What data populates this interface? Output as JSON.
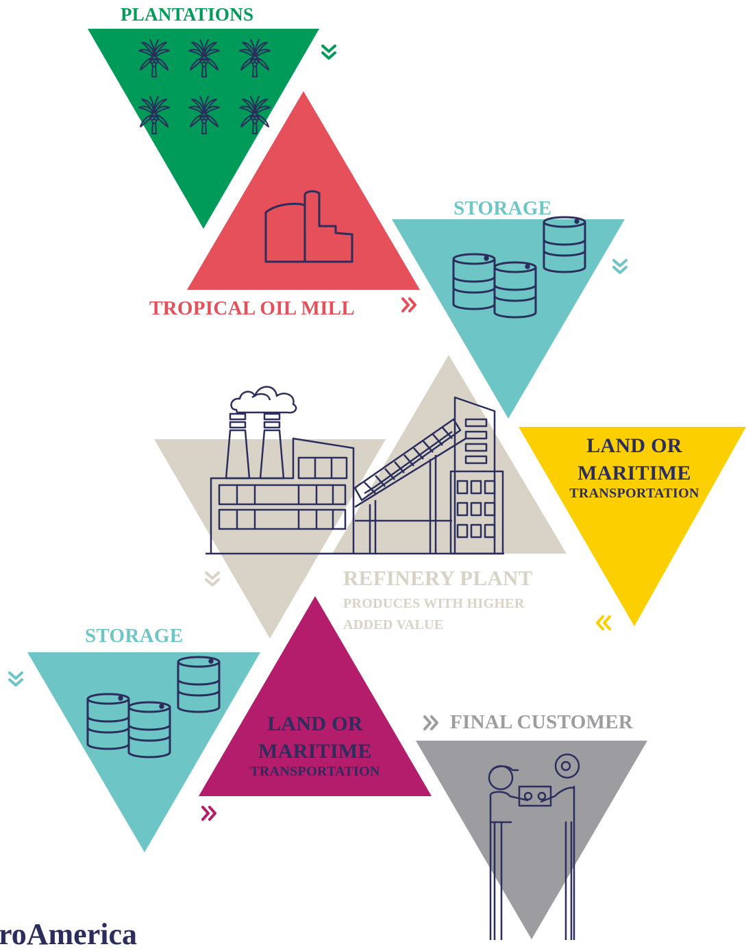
{
  "colors": {
    "plantations": "#009b58",
    "mill": "#e5505a",
    "storage": "#6ec5c6",
    "refinery": "#d8d3c6",
    "transport_yellow": "#fccf00",
    "transport_magenta": "#b31d6c",
    "customer": "#9d9ca0",
    "ink": "#2b2d5c"
  },
  "stages": {
    "plantations": {
      "label": "PLANTATIONS",
      "icon": "palm-tree-icon"
    },
    "mill": {
      "label": "TROPICAL OIL MILL",
      "icon": "mill-icon"
    },
    "storage_top": {
      "label": "STORAGE",
      "icon": "barrels-icon"
    },
    "refinery": {
      "label": "REFINERY PLANT",
      "sublabel_1": "PRODUCES WITH HIGHER",
      "sublabel_2": "ADDED VALUE",
      "icon": "refinery-icon"
    },
    "transport_top": {
      "label_1": "LAND OR",
      "label_2": "MARITIME",
      "sublabel": "TRANSPORTATION"
    },
    "storage_bottom": {
      "label": "STORAGE",
      "icon": "barrels-icon"
    },
    "transport_bottom": {
      "label_1": "LAND OR",
      "label_2": "MARITIME",
      "sublabel": "TRANSPORTATION"
    },
    "customer": {
      "label": "FINAL CUSTOMER",
      "icon": "handshake-icon"
    }
  },
  "footer": {
    "brand": "roAmerica"
  }
}
